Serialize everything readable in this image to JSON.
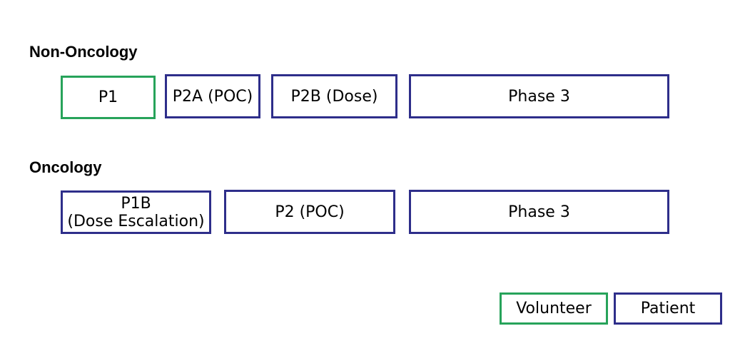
{
  "colors": {
    "volunteer": "#27a35a",
    "patient": "#2e2e8a"
  },
  "non_oncology": {
    "title": "Non-Oncology",
    "phases": [
      {
        "label": "P1",
        "population": "volunteer"
      },
      {
        "label": "P2A (POC)",
        "population": "patient"
      },
      {
        "label": "P2B (Dose)",
        "population": "patient"
      },
      {
        "label": "Phase 3",
        "population": "patient"
      }
    ]
  },
  "oncology": {
    "title": "Oncology",
    "phases": [
      {
        "label_line1": "P1B",
        "label_line2": "(Dose Escalation)",
        "population": "patient"
      },
      {
        "label": "P2 (POC)",
        "population": "patient"
      },
      {
        "label": "Phase 3",
        "population": "patient"
      }
    ]
  },
  "legend": {
    "volunteer": "Volunteer",
    "patient": "Patient"
  }
}
